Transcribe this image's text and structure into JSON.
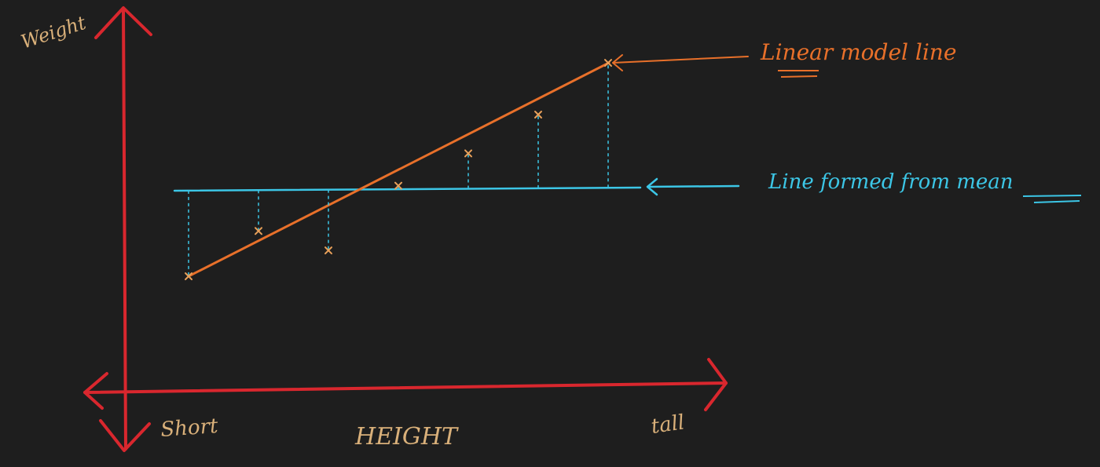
{
  "axes": {
    "y_label": "Weight",
    "x_label": "HEIGHT",
    "x_min_label": "Short",
    "x_max_label": "tall"
  },
  "annotations": {
    "model_line_label": "Linear model line",
    "mean_line_label": "Line formed from mean"
  },
  "colors": {
    "background": "#1e1e1e",
    "axis": "#d9272e",
    "model_line": "#e8702a",
    "mean_line": "#3cc6e6",
    "points": "#e8a05a",
    "labels": "#d9b07a"
  },
  "chart_data": {
    "type": "scatter",
    "x": [
      1,
      2,
      3,
      4,
      5,
      6,
      7
    ],
    "y": [
      1.2,
      2.6,
      2.0,
      4.0,
      5.0,
      6.2,
      7.8
    ],
    "mean_line": true,
    "regression_line": true,
    "residual_lines": true
  }
}
